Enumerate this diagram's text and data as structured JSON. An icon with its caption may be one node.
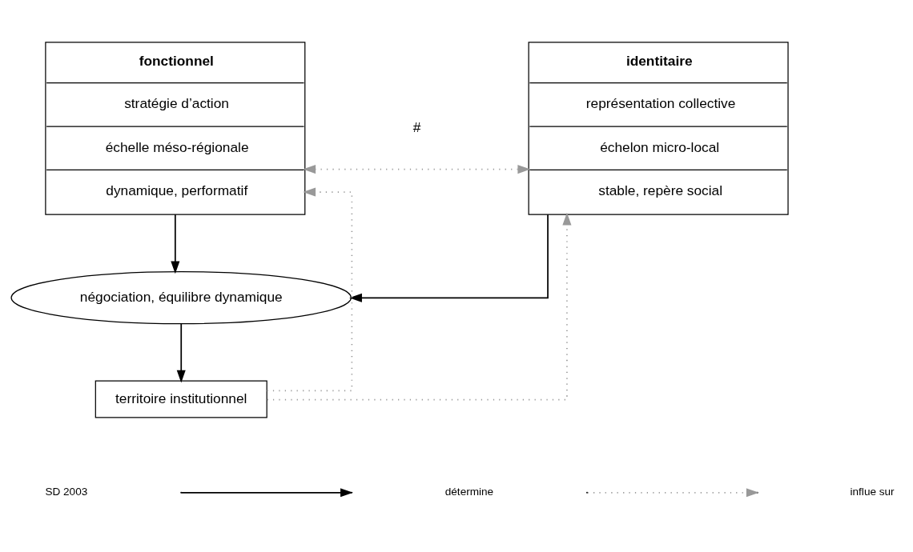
{
  "diagram": {
    "nodes": [
      {
        "text": [
          "fonctionnel",
          "stratégie d’action",
          "échelle méso-régionale",
          "dynamique, performatif"
        ]
      },
      {
        "text": [
          "identitaire",
          "représentation collective",
          "échelon micro-local",
          "stable, repère social"
        ]
      },
      {
        "text": [
          "négociation, équilibre dynamique"
        ]
      },
      {
        "text": [
          "territoire institutionnel"
        ]
      }
    ],
    "edges": [
      {
        "from": 0,
        "to": 1,
        "arrow": "both",
        "style": "dashed",
        "color": "#999999"
      },
      {
        "from": 0,
        "to": 2,
        "arrow": "to",
        "color": "#000000"
      },
      {
        "from": 1,
        "to": 2,
        "arrow": "to",
        "color": "#000000"
      },
      {
        "from": 2,
        "to": 3,
        "arrow": "to",
        "color": "#000000"
      },
      {
        "from": 3,
        "to": 0,
        "arrow": "to",
        "style": "dashed",
        "color": "#999999"
      },
      {
        "from": 3,
        "to": 1,
        "arrow": "to",
        "style": "dashed",
        "color": "#999999"
      }
    ],
    "labels": [
      "#",
      "SD 2003"
    ],
    "legend": [
      {
        "text": "détermine"
      },
      {
        "text": "influe sur"
      }
    ]
  }
}
